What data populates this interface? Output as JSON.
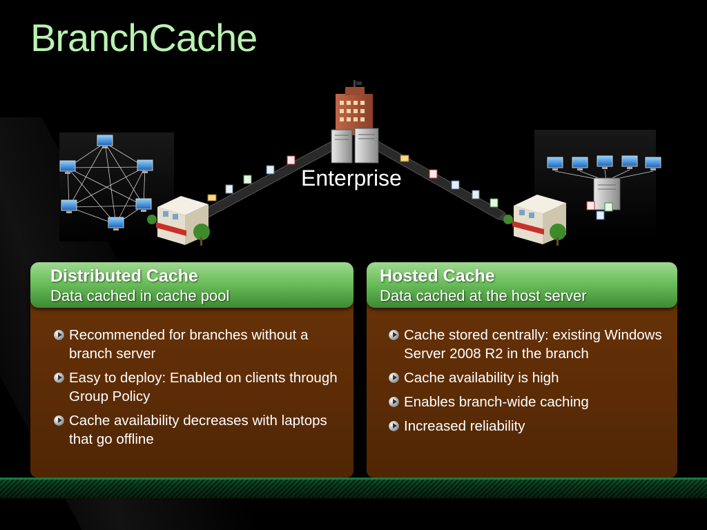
{
  "slide": {
    "title": "BranchCache",
    "enterprise_label": "Enterprise"
  },
  "distributed": {
    "title": "Distributed Cache",
    "subtitle": "Data cached in cache pool",
    "bullets": [
      "Recommended for branches without a branch server",
      "Easy to deploy: Enabled on clients through Group Policy",
      "Cache availability decreases with laptops that go offline"
    ]
  },
  "hosted": {
    "title": "Hosted Cache",
    "subtitle": "Data cached at the host server",
    "bullets": [
      "Cache stored centrally: existing Windows Server 2008 R2 in the branch",
      "Cache availability is high",
      "Enables branch-wide caching",
      "Increased reliability"
    ]
  },
  "icons": {
    "enterprise": "office-building-icon",
    "servers": "server-tower-icon",
    "branch": "branch-storefront-icon",
    "client": "desktop-computer-icon",
    "bullet": "arrow-bullet-icon",
    "files": [
      "mail-envelope-icon",
      "document-icon",
      "web-page-icon",
      "spreadsheet-icon"
    ]
  },
  "colors": {
    "title": "#b9f2b0",
    "header_green": "#6cbf5c",
    "panel_brown": "#5c2c06",
    "floor_green": "#0f5a2c"
  }
}
